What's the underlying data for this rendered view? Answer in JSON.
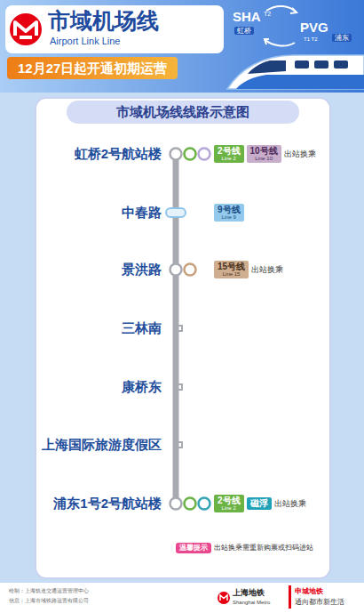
{
  "diagram": {
    "title": "市域机场线",
    "nodes": [
      {
        "text": [
          "12月27日起开通初期运营"
        ]
      },
      {
        "text": [
          "市域机场线线路示意图"
        ]
      },
      {
        "text": [
          "虹桥2号航站楼"
        ]
      },
      {
        "text": [
          "2号线",
          "Line 2"
        ]
      },
      {
        "text": [
          "10号线",
          "Line 10"
        ]
      },
      {
        "text": [
          "中春路"
        ]
      },
      {
        "text": [
          "9号线",
          "Line 9"
        ]
      },
      {
        "text": [
          "景洪路"
        ]
      },
      {
        "text": [
          "15号线",
          "Line 15"
        ]
      },
      {
        "text": [
          "三林南"
        ]
      },
      {
        "text": [
          "康桥东"
        ]
      },
      {
        "text": [
          "上海国际旅游度假区"
        ]
      },
      {
        "text": [
          "浦东1号2号航站楼"
        ]
      },
      {
        "text": [
          "2号线",
          "Line 2"
        ]
      },
      {
        "text": [
          "磁浮"
        ]
      },
      {
        "text": [
          "温馨提示"
        ]
      }
    ],
    "edges": [
      {
        "from": 2,
        "to": 5,
        "arrow": "none"
      },
      {
        "from": 5,
        "to": 7,
        "arrow": "none"
      },
      {
        "from": 7,
        "to": 9,
        "arrow": "none"
      },
      {
        "from": 9,
        "to": 10,
        "arrow": "none"
      },
      {
        "from": 10,
        "to": 11,
        "arrow": "none"
      },
      {
        "from": 11,
        "to": 12,
        "arrow": "none"
      }
    ],
    "labels": [
      "Airport Link Line",
      "SHA",
      "T2",
      "虹桥",
      "PVG",
      "T1 T2",
      "浦东",
      "出站换乘",
      "出站换乘",
      "出站换乘",
      "出站换乘需重新购票或扫码进站",
      "绘制：上海轨道交通运营管理中心",
      "信息：上海市域铁路运营有限公司",
      "上海地铁",
      "Shanghai Metro",
      "申城地铁",
      "通向都市新生活"
    ]
  }
}
